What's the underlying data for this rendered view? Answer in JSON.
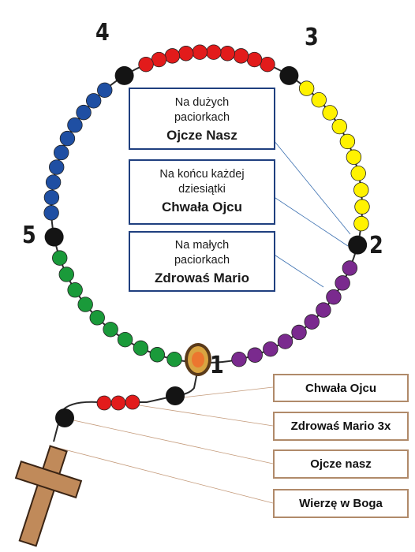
{
  "numbers": [
    "1",
    "2",
    "3",
    "4",
    "5"
  ],
  "boxes": [
    {
      "line1": "Na dużych",
      "line2": "paciorkach",
      "bold": "Ojcze Nasz"
    },
    {
      "line1": "Na końcu każdej",
      "line2": "dziesiątki",
      "bold": "Chwała Ojcu"
    },
    {
      "line1": "Na małych",
      "line2": "paciorkach",
      "bold": "Zdrowaś Mario"
    }
  ],
  "prayer_labels": [
    "Chwała Ojcu",
    "Zdrowaś Mario 3x",
    "Ojcze nasz",
    "Wierzę w Boga"
  ],
  "colors": {
    "red": "#e21b1b",
    "yellow": "#fff200",
    "blue": "#1f4fa3",
    "green": "#1a9a3a",
    "purple": "#7a2a8e",
    "large_bead": "#141414",
    "chain": "#2a2a2a",
    "box_border": "#1f3f7f",
    "label_border": "#b08a6a",
    "cross": "#c08a5a",
    "medal": "#d9a441",
    "leader_blue": "#3a6fb0",
    "leader_brown": "#c49a7a"
  },
  "decades": [
    {
      "color_key": "yellow",
      "count": 10
    },
    {
      "color_key": "red",
      "count": 10
    },
    {
      "color_key": "blue",
      "count": 10
    },
    {
      "color_key": "green",
      "count": 10
    },
    {
      "color_key": "purple",
      "count": 10
    }
  ],
  "pendant": {
    "small_beads": 3,
    "small_bead_color_key": "red"
  }
}
